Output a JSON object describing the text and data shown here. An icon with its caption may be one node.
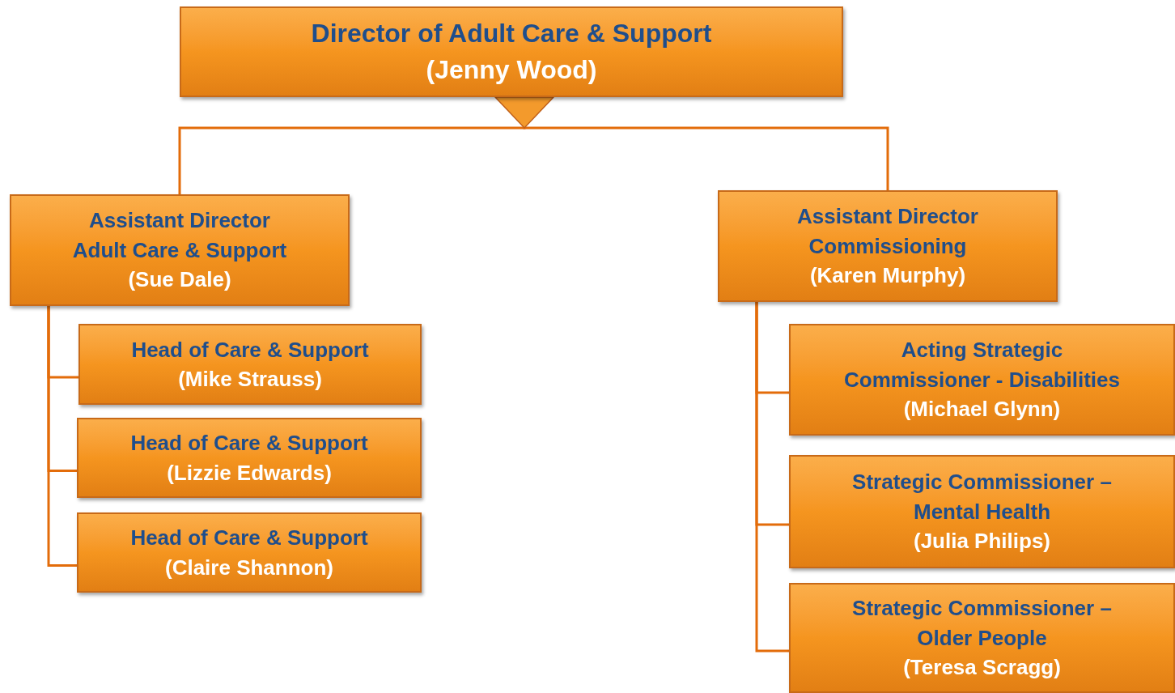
{
  "diagram": {
    "nodes": [
      {
        "text": [
          "Director of Adult Care & Support",
          "(Jenny Wood)"
        ]
      },
      {
        "text": [
          "Assistant Director Adult Care & Support",
          "(Sue Dale)"
        ]
      },
      {
        "text": [
          "Head of Care & Support",
          "(Mike Strauss)"
        ]
      },
      {
        "text": [
          "Head of Care & Support",
          "(Lizzie Edwards)"
        ]
      },
      {
        "text": [
          "Head of Care & Support",
          "(Claire Shannon)"
        ]
      },
      {
        "text": [
          "Assistant Director Commissioning",
          "(Karen Murphy)"
        ]
      },
      {
        "text": [
          "Acting Strategic Commissioner - Disabilities",
          "(Michael Glynn)"
        ]
      },
      {
        "text": [
          "Strategic Commissioner – Mental Health",
          "(Julia Philips)"
        ]
      },
      {
        "text": [
          "Strategic Commissioner – Older People",
          "(Teresa Scragg)"
        ]
      }
    ],
    "edges": [
      {
        "from": 0,
        "to": 1,
        "arrow": "none"
      },
      {
        "from": 0,
        "to": 5,
        "arrow": "none"
      },
      {
        "from": 1,
        "to": 2,
        "arrow": "none"
      },
      {
        "from": 1,
        "to": 3,
        "arrow": "none"
      },
      {
        "from": 1,
        "to": 4,
        "arrow": "none"
      },
      {
        "from": 5,
        "to": 6,
        "arrow": "none"
      },
      {
        "from": 5,
        "to": 7,
        "arrow": "none"
      },
      {
        "from": 5,
        "to": 8,
        "arrow": "none"
      }
    ]
  }
}
